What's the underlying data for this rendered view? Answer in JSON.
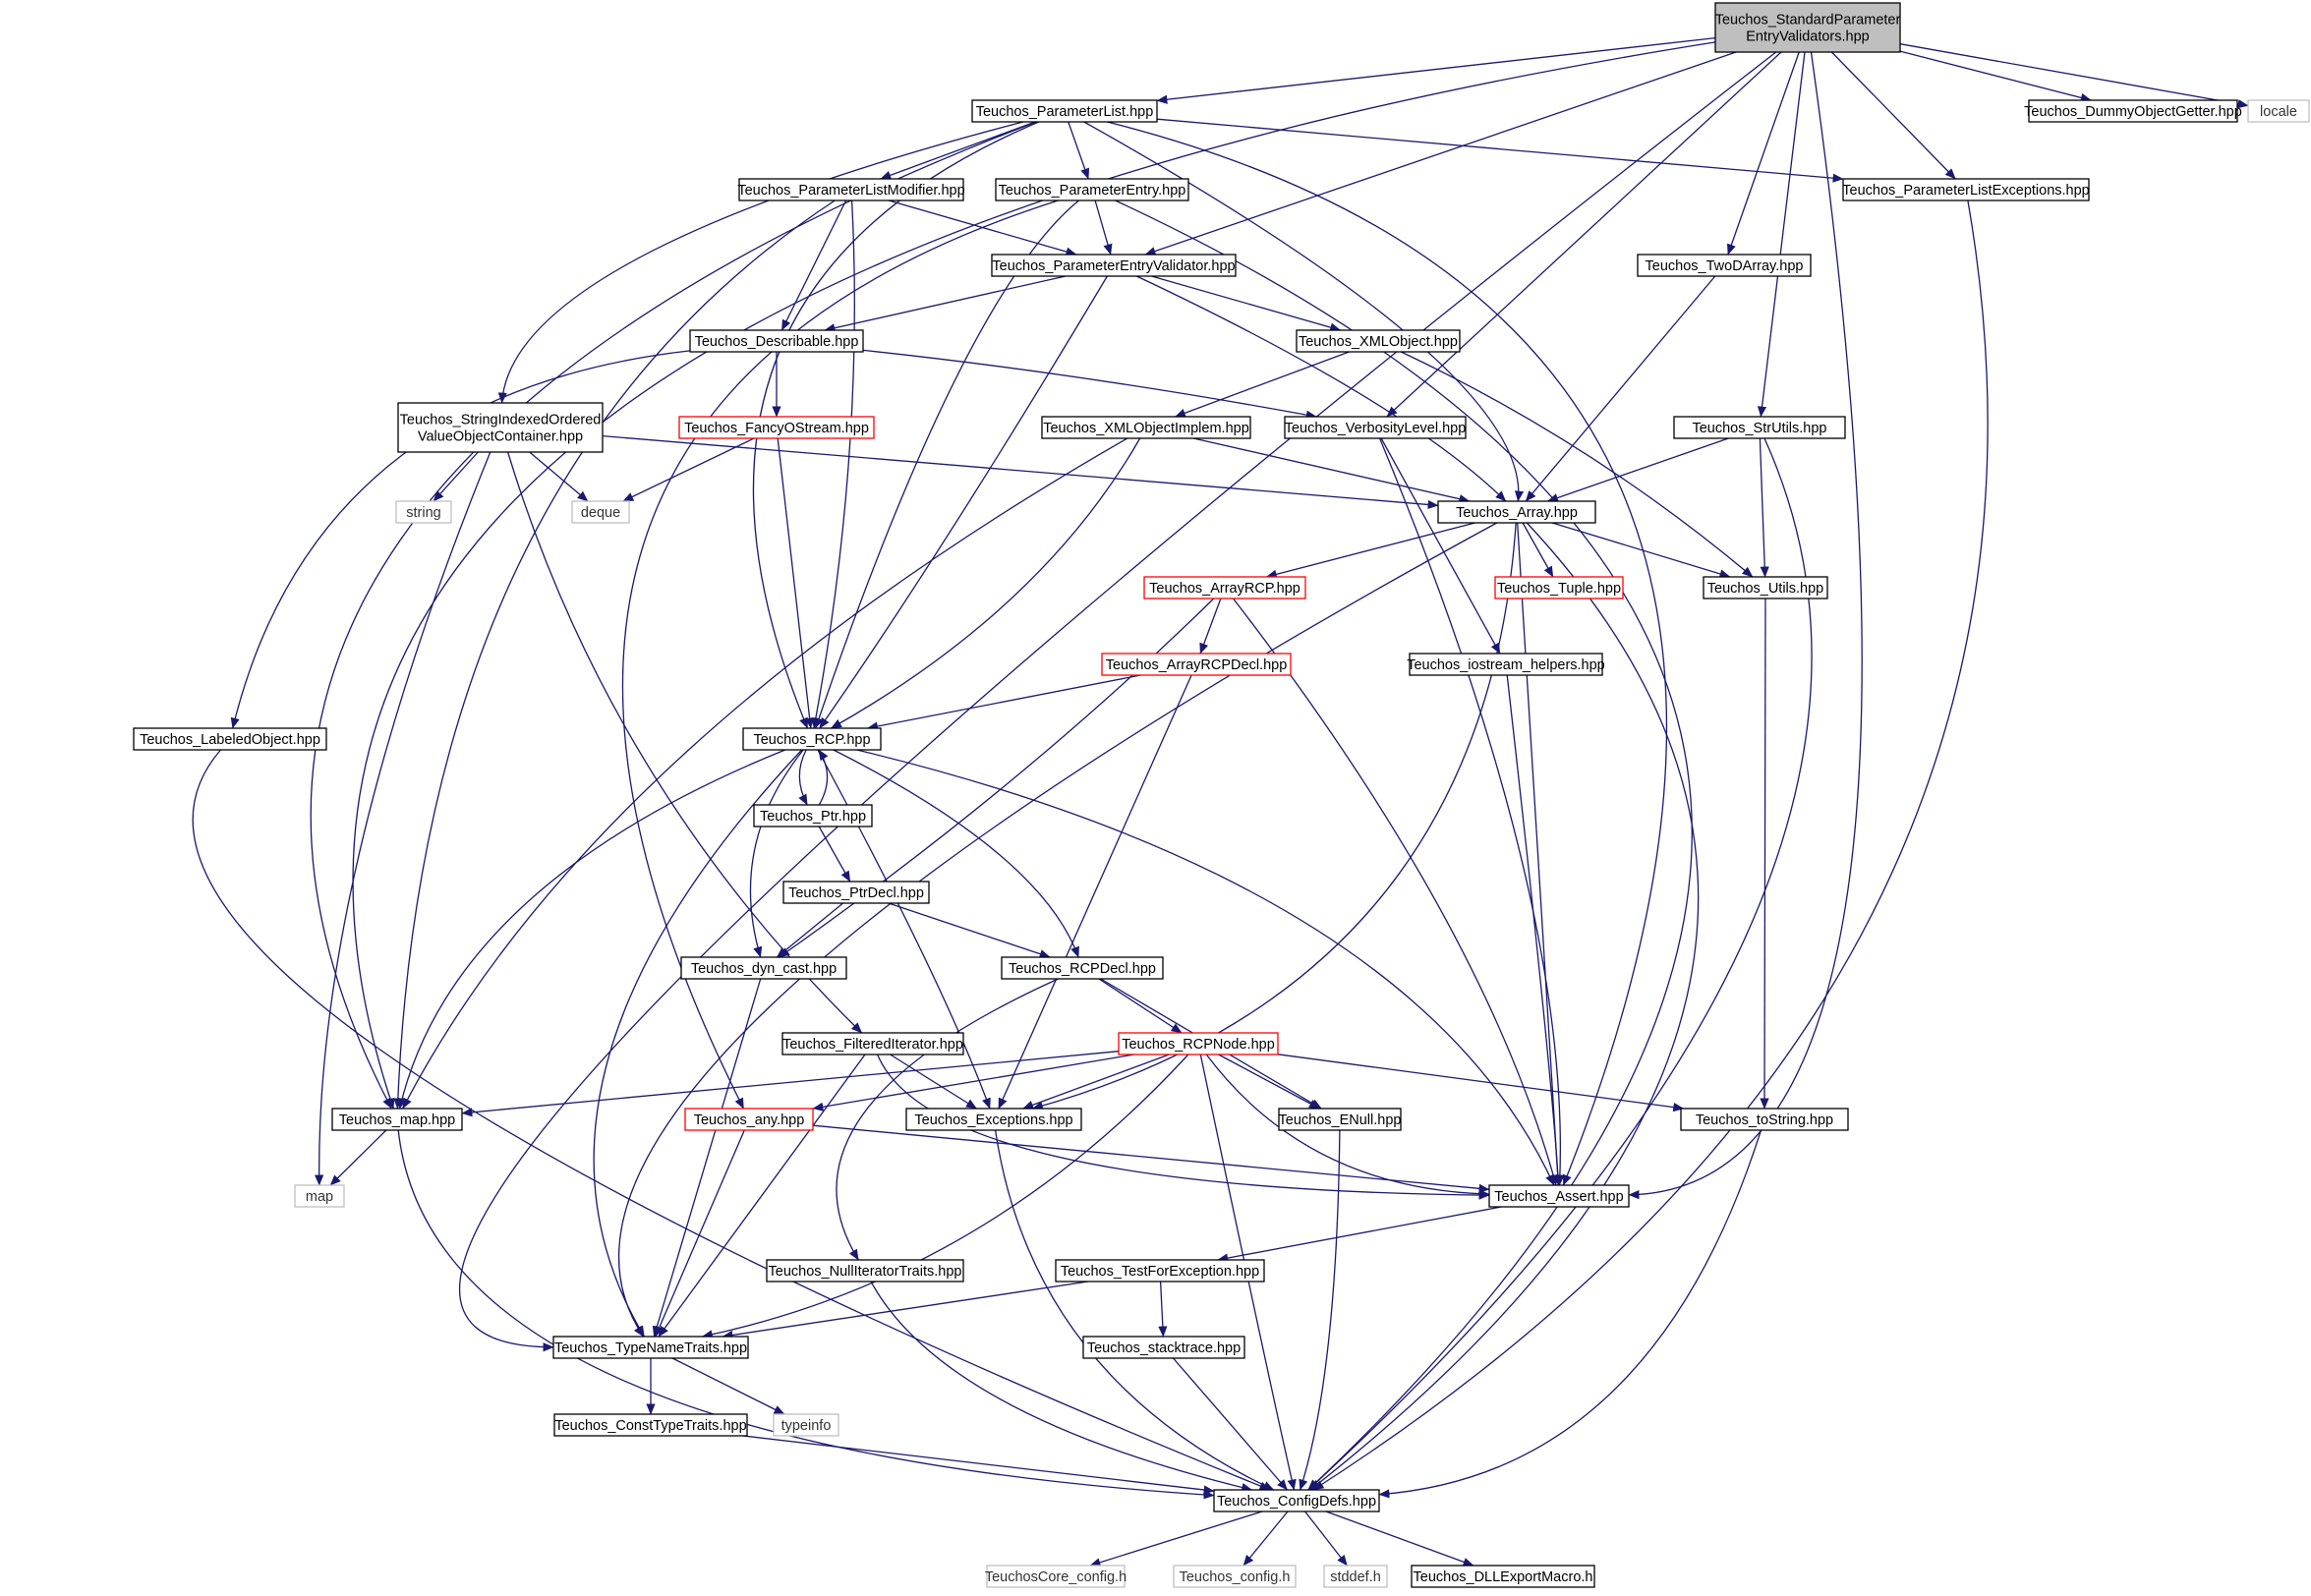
{
  "colors": {
    "edge": "#191970",
    "box_normal": "#000000",
    "box_truncated": "#ff0000",
    "box_system": "#bfbfbf",
    "box_root_fill": "#bfbfbf"
  },
  "nodes": [
    {
      "id": "root",
      "lines": [
        "Teuchos_StandardParameter",
        "EntryValidators.hpp"
      ],
      "kind": "root"
    },
    {
      "id": "plist",
      "lines": [
        "Teuchos_ParameterList.hpp"
      ],
      "kind": "normal"
    },
    {
      "id": "dummy",
      "lines": [
        "Teuchos_DummyObjectGetter.hpp"
      ],
      "kind": "normal"
    },
    {
      "id": "locale",
      "lines": [
        "locale"
      ],
      "kind": "system"
    },
    {
      "id": "plmod",
      "lines": [
        "Teuchos_ParameterListModifier.hpp"
      ],
      "kind": "normal"
    },
    {
      "id": "pentry",
      "lines": [
        "Teuchos_ParameterEntry.hpp"
      ],
      "kind": "normal"
    },
    {
      "id": "plexc",
      "lines": [
        "Teuchos_ParameterListExceptions.hpp"
      ],
      "kind": "normal"
    },
    {
      "id": "pev",
      "lines": [
        "Teuchos_ParameterEntryValidator.hpp"
      ],
      "kind": "normal"
    },
    {
      "id": "twod",
      "lines": [
        "Teuchos_TwoDArray.hpp"
      ],
      "kind": "normal"
    },
    {
      "id": "descr",
      "lines": [
        "Teuchos_Describable.hpp"
      ],
      "kind": "normal"
    },
    {
      "id": "xmlobj",
      "lines": [
        "Teuchos_XMLObject.hpp"
      ],
      "kind": "normal"
    },
    {
      "id": "sioc",
      "lines": [
        "Teuchos_StringIndexedOrdered",
        "ValueObjectContainer.hpp"
      ],
      "kind": "normal"
    },
    {
      "id": "fancy",
      "lines": [
        "Teuchos_FancyOStream.hpp"
      ],
      "kind": "truncated"
    },
    {
      "id": "xmlimpl",
      "lines": [
        "Teuchos_XMLObjectImplem.hpp"
      ],
      "kind": "normal"
    },
    {
      "id": "verb",
      "lines": [
        "Teuchos_VerbosityLevel.hpp"
      ],
      "kind": "normal"
    },
    {
      "id": "strutils",
      "lines": [
        "Teuchos_StrUtils.hpp"
      ],
      "kind": "normal"
    },
    {
      "id": "string",
      "lines": [
        "string"
      ],
      "kind": "system"
    },
    {
      "id": "deque",
      "lines": [
        "deque"
      ],
      "kind": "system"
    },
    {
      "id": "array",
      "lines": [
        "Teuchos_Array.hpp"
      ],
      "kind": "normal"
    },
    {
      "id": "arcp",
      "lines": [
        "Teuchos_ArrayRCP.hpp"
      ],
      "kind": "truncated"
    },
    {
      "id": "tuple",
      "lines": [
        "Teuchos_Tuple.hpp"
      ],
      "kind": "truncated"
    },
    {
      "id": "utils",
      "lines": [
        "Teuchos_Utils.hpp"
      ],
      "kind": "normal"
    },
    {
      "id": "arcpdecl",
      "lines": [
        "Teuchos_ArrayRCPDecl.hpp"
      ],
      "kind": "truncated"
    },
    {
      "id": "iohelp",
      "lines": [
        "Teuchos_iostream_helpers.hpp"
      ],
      "kind": "normal"
    },
    {
      "id": "labeled",
      "lines": [
        "Teuchos_LabeledObject.hpp"
      ],
      "kind": "normal"
    },
    {
      "id": "rcp",
      "lines": [
        "Teuchos_RCP.hpp"
      ],
      "kind": "normal"
    },
    {
      "id": "ptr",
      "lines": [
        "Teuchos_Ptr.hpp"
      ],
      "kind": "normal"
    },
    {
      "id": "ptrdecl",
      "lines": [
        "Teuchos_PtrDecl.hpp"
      ],
      "kind": "normal"
    },
    {
      "id": "dyncast",
      "lines": [
        "Teuchos_dyn_cast.hpp"
      ],
      "kind": "normal"
    },
    {
      "id": "rcpdecl",
      "lines": [
        "Teuchos_RCPDecl.hpp"
      ],
      "kind": "normal"
    },
    {
      "id": "filtit",
      "lines": [
        "Teuchos_FilteredIterator.hpp"
      ],
      "kind": "normal"
    },
    {
      "id": "rcpnode",
      "lines": [
        "Teuchos_RCPNode.hpp"
      ],
      "kind": "truncated"
    },
    {
      "id": "mapn",
      "lines": [
        "Teuchos_map.hpp"
      ],
      "kind": "normal"
    },
    {
      "id": "any",
      "lines": [
        "Teuchos_any.hpp"
      ],
      "kind": "truncated"
    },
    {
      "id": "exc",
      "lines": [
        "Teuchos_Exceptions.hpp"
      ],
      "kind": "normal"
    },
    {
      "id": "enull",
      "lines": [
        "Teuchos_ENull.hpp"
      ],
      "kind": "normal"
    },
    {
      "id": "tostr",
      "lines": [
        "Teuchos_toString.hpp"
      ],
      "kind": "normal"
    },
    {
      "id": "map",
      "lines": [
        "map"
      ],
      "kind": "system"
    },
    {
      "id": "assert",
      "lines": [
        "Teuchos_Assert.hpp"
      ],
      "kind": "normal"
    },
    {
      "id": "nullit",
      "lines": [
        "Teuchos_NullIteratorTraits.hpp"
      ],
      "kind": "normal"
    },
    {
      "id": "tfe",
      "lines": [
        "Teuchos_TestForException.hpp"
      ],
      "kind": "normal"
    },
    {
      "id": "typename",
      "lines": [
        "Teuchos_TypeNameTraits.hpp"
      ],
      "kind": "normal"
    },
    {
      "id": "stack",
      "lines": [
        "Teuchos_stacktrace.hpp"
      ],
      "kind": "normal"
    },
    {
      "id": "consttt",
      "lines": [
        "Teuchos_ConstTypeTraits.hpp"
      ],
      "kind": "normal"
    },
    {
      "id": "typeinfo",
      "lines": [
        "typeinfo"
      ],
      "kind": "system"
    },
    {
      "id": "config",
      "lines": [
        "Teuchos_ConfigDefs.hpp"
      ],
      "kind": "normal"
    },
    {
      "id": "coreconf",
      "lines": [
        "TeuchosCore_config.h"
      ],
      "kind": "system"
    },
    {
      "id": "tconf",
      "lines": [
        "Teuchos_config.h"
      ],
      "kind": "system"
    },
    {
      "id": "stddef",
      "lines": [
        "stddef.h"
      ],
      "kind": "system"
    },
    {
      "id": "dll",
      "lines": [
        "Teuchos_DLLExportMacro.h"
      ],
      "kind": "normal"
    }
  ],
  "edges": [
    [
      "root",
      "plist"
    ],
    [
      "root",
      "dummy"
    ],
    [
      "root",
      "locale"
    ],
    [
      "root",
      "plexc"
    ],
    [
      "root",
      "pev"
    ],
    [
      "root",
      "twod"
    ],
    [
      "root",
      "verb"
    ],
    [
      "root",
      "strutils"
    ],
    [
      "root",
      "assert"
    ],
    [
      "root",
      "mapn"
    ],
    [
      "root",
      "typename"
    ],
    [
      "plist",
      "plmod"
    ],
    [
      "plist",
      "pentry"
    ],
    [
      "plist",
      "plexc"
    ],
    [
      "plist",
      "sioc"
    ],
    [
      "plist",
      "rcp"
    ],
    [
      "plist",
      "array"
    ],
    [
      "plist",
      "mapn"
    ],
    [
      "plist",
      "assert"
    ],
    [
      "plmod",
      "pev"
    ],
    [
      "plmod",
      "descr"
    ],
    [
      "plmod",
      "rcp"
    ],
    [
      "plmod",
      "mapn"
    ],
    [
      "pentry",
      "pev"
    ],
    [
      "pentry",
      "any"
    ],
    [
      "pentry",
      "rcp"
    ],
    [
      "pentry",
      "config"
    ],
    [
      "pev",
      "descr"
    ],
    [
      "pev",
      "xmlobj"
    ],
    [
      "pev",
      "rcp"
    ],
    [
      "pev",
      "array"
    ],
    [
      "plexc",
      "config"
    ],
    [
      "twod",
      "array"
    ],
    [
      "descr",
      "fancy"
    ],
    [
      "descr",
      "verb"
    ],
    [
      "descr",
      "labeled"
    ],
    [
      "xmlobj",
      "xmlimpl"
    ],
    [
      "xmlobj",
      "utils"
    ],
    [
      "sioc",
      "string"
    ],
    [
      "sioc",
      "deque"
    ],
    [
      "sioc",
      "array"
    ],
    [
      "sioc",
      "filtit"
    ],
    [
      "sioc",
      "map"
    ],
    [
      "fancy",
      "deque"
    ],
    [
      "fancy",
      "rcp"
    ],
    [
      "xmlimpl",
      "array"
    ],
    [
      "xmlimpl",
      "rcp"
    ],
    [
      "xmlimpl",
      "mapn"
    ],
    [
      "verb",
      "iohelp"
    ],
    [
      "verb",
      "assert"
    ],
    [
      "strutils",
      "array"
    ],
    [
      "strutils",
      "utils"
    ],
    [
      "strutils",
      "config"
    ],
    [
      "array",
      "arcp"
    ],
    [
      "array",
      "tuple"
    ],
    [
      "array",
      "utils"
    ],
    [
      "array",
      "assert"
    ],
    [
      "array",
      "config"
    ],
    [
      "array",
      "typename"
    ],
    [
      "array",
      "exc"
    ],
    [
      "arcp",
      "arcpdecl"
    ],
    [
      "arcp",
      "dyncast"
    ],
    [
      "arcp",
      "assert"
    ],
    [
      "arcpdecl",
      "rcp"
    ],
    [
      "arcpdecl",
      "exc"
    ],
    [
      "utils",
      "tostr"
    ],
    [
      "iohelp",
      "assert"
    ],
    [
      "labeled",
      "config"
    ],
    [
      "rcp",
      "ptr"
    ],
    [
      "rcp",
      "rcpdecl"
    ],
    [
      "rcp",
      "dyncast"
    ],
    [
      "rcp",
      "exc"
    ],
    [
      "rcp",
      "assert"
    ],
    [
      "rcp",
      "mapn"
    ],
    [
      "rcp",
      "typename"
    ],
    [
      "ptr",
      "rcp"
    ],
    [
      "ptr",
      "ptrdecl"
    ],
    [
      "ptrdecl",
      "dyncast"
    ],
    [
      "ptrdecl",
      "rcpdecl"
    ],
    [
      "dyncast",
      "typename"
    ],
    [
      "rcpdecl",
      "rcpnode"
    ],
    [
      "rcpdecl",
      "enull"
    ],
    [
      "rcpdecl",
      "nullit"
    ],
    [
      "filtit",
      "exc"
    ],
    [
      "filtit",
      "assert"
    ],
    [
      "filtit",
      "typename"
    ],
    [
      "rcpnode",
      "mapn"
    ],
    [
      "rcpnode",
      "any"
    ],
    [
      "rcpnode",
      "exc"
    ],
    [
      "rcpnode",
      "enull"
    ],
    [
      "rcpnode",
      "tostr"
    ],
    [
      "rcpnode",
      "assert"
    ],
    [
      "rcpnode",
      "typename"
    ],
    [
      "rcpnode",
      "config"
    ],
    [
      "mapn",
      "map"
    ],
    [
      "mapn",
      "config"
    ],
    [
      "any",
      "assert"
    ],
    [
      "any",
      "typename"
    ],
    [
      "exc",
      "config"
    ],
    [
      "enull",
      "config"
    ],
    [
      "tostr",
      "config"
    ],
    [
      "assert",
      "tfe"
    ],
    [
      "nullit",
      "config"
    ],
    [
      "tfe",
      "typename"
    ],
    [
      "tfe",
      "stack"
    ],
    [
      "typename",
      "consttt"
    ],
    [
      "typename",
      "typeinfo"
    ],
    [
      "stack",
      "config"
    ],
    [
      "consttt",
      "config"
    ],
    [
      "config",
      "coreconf"
    ],
    [
      "config",
      "tconf"
    ],
    [
      "config",
      "stddef"
    ],
    [
      "config",
      "dll"
    ]
  ]
}
